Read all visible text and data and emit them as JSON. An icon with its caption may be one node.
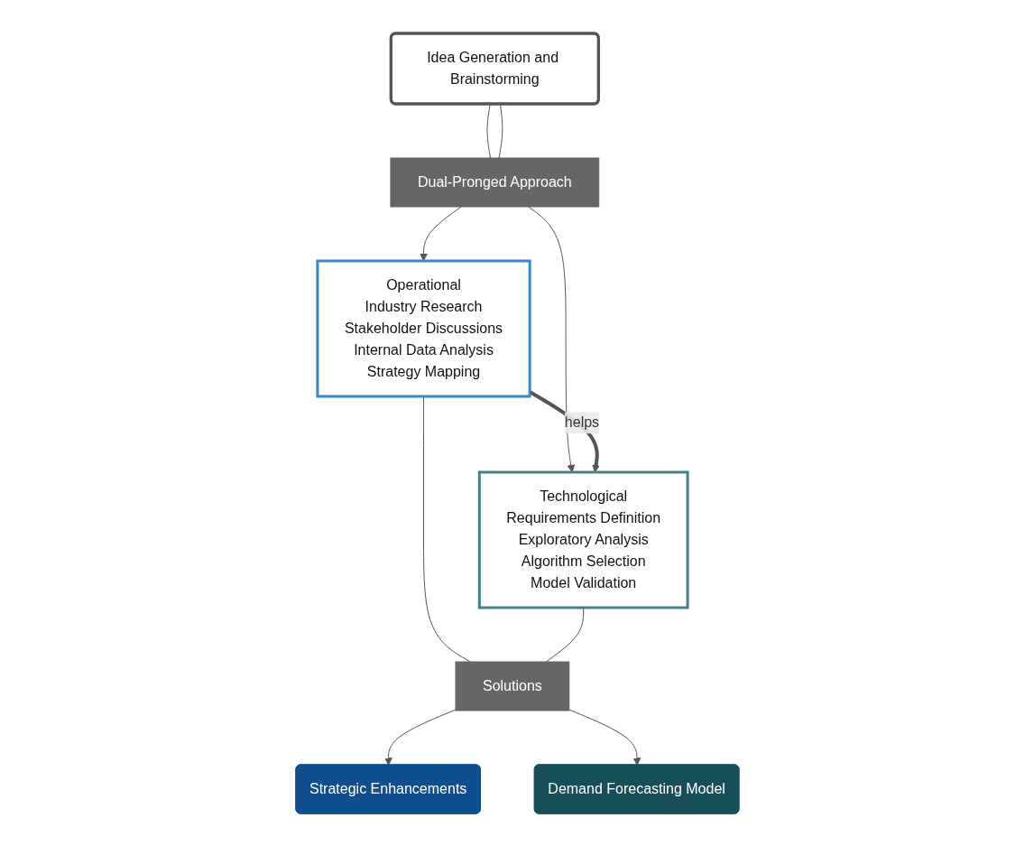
{
  "diagram": {
    "nodes": [
      {
        "text": [
          "Idea Generation and Brainstorming"
        ]
      },
      {
        "text": [
          "Dual-Pronged Approach"
        ]
      },
      {
        "text": [
          "Operational",
          "Industry Research",
          "Stakeholder Discussions",
          "Internal Data Analysis",
          "Strategy Mapping"
        ]
      },
      {
        "text": [
          "Technological",
          "Requirements Definition",
          "Exploratory Analysis",
          "Algorithm Selection",
          "Model Validation"
        ]
      },
      {
        "text": [
          "Solutions"
        ]
      },
      {
        "text": [
          "Strategic Enhancements"
        ]
      },
      {
        "text": [
          "Demand Forecasting Model"
        ]
      }
    ],
    "edges": [
      {
        "from": 0,
        "to": 1,
        "arrow": "none"
      },
      {
        "from": 0,
        "to": 1,
        "arrow": "none"
      },
      {
        "from": 1,
        "to": 2,
        "arrow": "to"
      },
      {
        "from": 1,
        "to": 3,
        "arrow": "to"
      },
      {
        "from": 2,
        "to": 3,
        "arrow": "to",
        "label": "helps",
        "style": "thick"
      },
      {
        "from": 2,
        "to": 4,
        "arrow": "none"
      },
      {
        "from": 3,
        "to": 4,
        "arrow": "none"
      },
      {
        "from": 4,
        "to": 5,
        "arrow": "to"
      },
      {
        "from": 4,
        "to": 6,
        "arrow": "to"
      }
    ]
  }
}
